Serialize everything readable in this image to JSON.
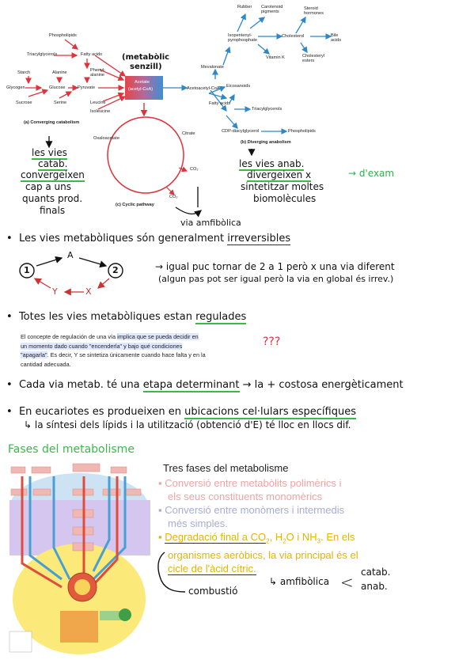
{
  "diagram": {
    "converging": {
      "sources": [
        "Phospholipids",
        "Triacylglycerols",
        "Fatty acids",
        "Starch",
        "Alanine",
        "Phenyl-\nalanine",
        "Glycogen",
        "Glucose",
        "Pyruvate",
        "Sucrose",
        "Serine",
        "Leucine",
        "Isoleucine"
      ],
      "caption": "(a) Converging catabolism"
    },
    "center": {
      "line1": "Acetate",
      "line2": "(acetyl-CoA)"
    },
    "cyclic": {
      "oxaloacetate": "Oxaloacetate",
      "citrate": "Citrate",
      "co2a": "CO₂",
      "co2b": "CO₂",
      "caption": "(c) Cyclic pathway"
    },
    "diverging": {
      "acetoacetyl": "Acetoacetyl-CoA",
      "mevalonate": "Mevalonate",
      "isopentenyl": "Isopentenyl-\npyrophosphate",
      "rubber": "Rubber",
      "carotenoid": "Carotenoid\npigments",
      "steroid": "Steroid\nhormones",
      "cholesterol": "Cholesterol",
      "bile": "Bile\nacids",
      "vitk": "Vitamin K",
      "cholesteryl": "Cholesteryl\nesters",
      "eicosanoids": "Eicosanoids",
      "fattyacids": "Fatty acids",
      "triacyl": "Triacylglycerols",
      "cdp": "CDP-diacylglycerol",
      "phospholipids": "Phospholipids",
      "caption": "(b) Diverging anabolism"
    }
  },
  "notes": {
    "metabolic_label_1": "(metabòlic",
    "metabolic_label_2": "senzill)",
    "catab_1": "les vies",
    "catab_2": "catab.",
    "catab_3": "convergeixen",
    "catab_4": "cap a uns",
    "catab_5": "quants prod.",
    "catab_6": "finals",
    "anab_1": "les vies anab.",
    "anab_2": "divergeixen x",
    "anab_3": "sintetitzar moltes",
    "anab_4": "biomolècules",
    "exam": "→ d'exam",
    "amfib": "via amfibòlica"
  },
  "bullets": [
    {
      "pre": "Les vies metabòliques són generalment ",
      "u": "irreversibles",
      "post": ""
    },
    {
      "pre": "Totes les vies metabòliques estan ",
      "u": "regulades",
      "post": ""
    },
    {
      "pre": "Cada via metab. té una ",
      "u": "etapa determinant",
      "post": " → la + costosa energèticament"
    },
    {
      "pre": "En eucariotes es produeixen en ",
      "u": "ubicacions cel·lulars específiques",
      "post": ""
    }
  ],
  "cycle": {
    "n1": "1",
    "n2": "2",
    "a": "A",
    "x": "X",
    "y": "Y",
    "note1": "→ igual puc tornar de 2 a 1 però x una via diferent",
    "note2": "(algun pas pot ser igual però la via en global és irrev.)"
  },
  "regul": {
    "t1": "El concepte de regulación de una vía ",
    "t1h": "implica que se pueda decidir en",
    "t2h": "un momento dado cuando \"encenderla\" y bajo qué condiciones",
    "t3h": "\"apagarla\"",
    "t3": ". Es decir, Y se sintetiza únicamente cuando hace falta y en la",
    "t4": "cantidad adecuada.",
    "q": "???"
  },
  "sub4": "↳ la síntesi dels lípids i la utilització (obtenció d'E) té lloc en llocs dif.",
  "phases": {
    "heading": "Fases del metabolisme",
    "title": "Tres fases del metabolisme",
    "p1a": "Conversió entre metabòlits polimèrics i",
    "p1b": "els seus constituents monomèrics",
    "p2a": "Conversió entre monòmers i intermedis",
    "p2b": "més simples.",
    "p3a": "Degradació final a CO",
    "p3b": ", H",
    "p3c": "O i NH",
    "p3d": ". En els",
    "p3e": "organismes aeròbics, la via principal és el",
    "p3f": "cicle de l'àcid cítric.",
    "amfib": "↳ amfibòlica",
    "catab": "catab.",
    "anab": "anab.",
    "combustio": "combustió",
    "colors": {
      "p1": "#f2a3a3",
      "p2": "#a7acd8",
      "p3": "#e6b400"
    }
  }
}
